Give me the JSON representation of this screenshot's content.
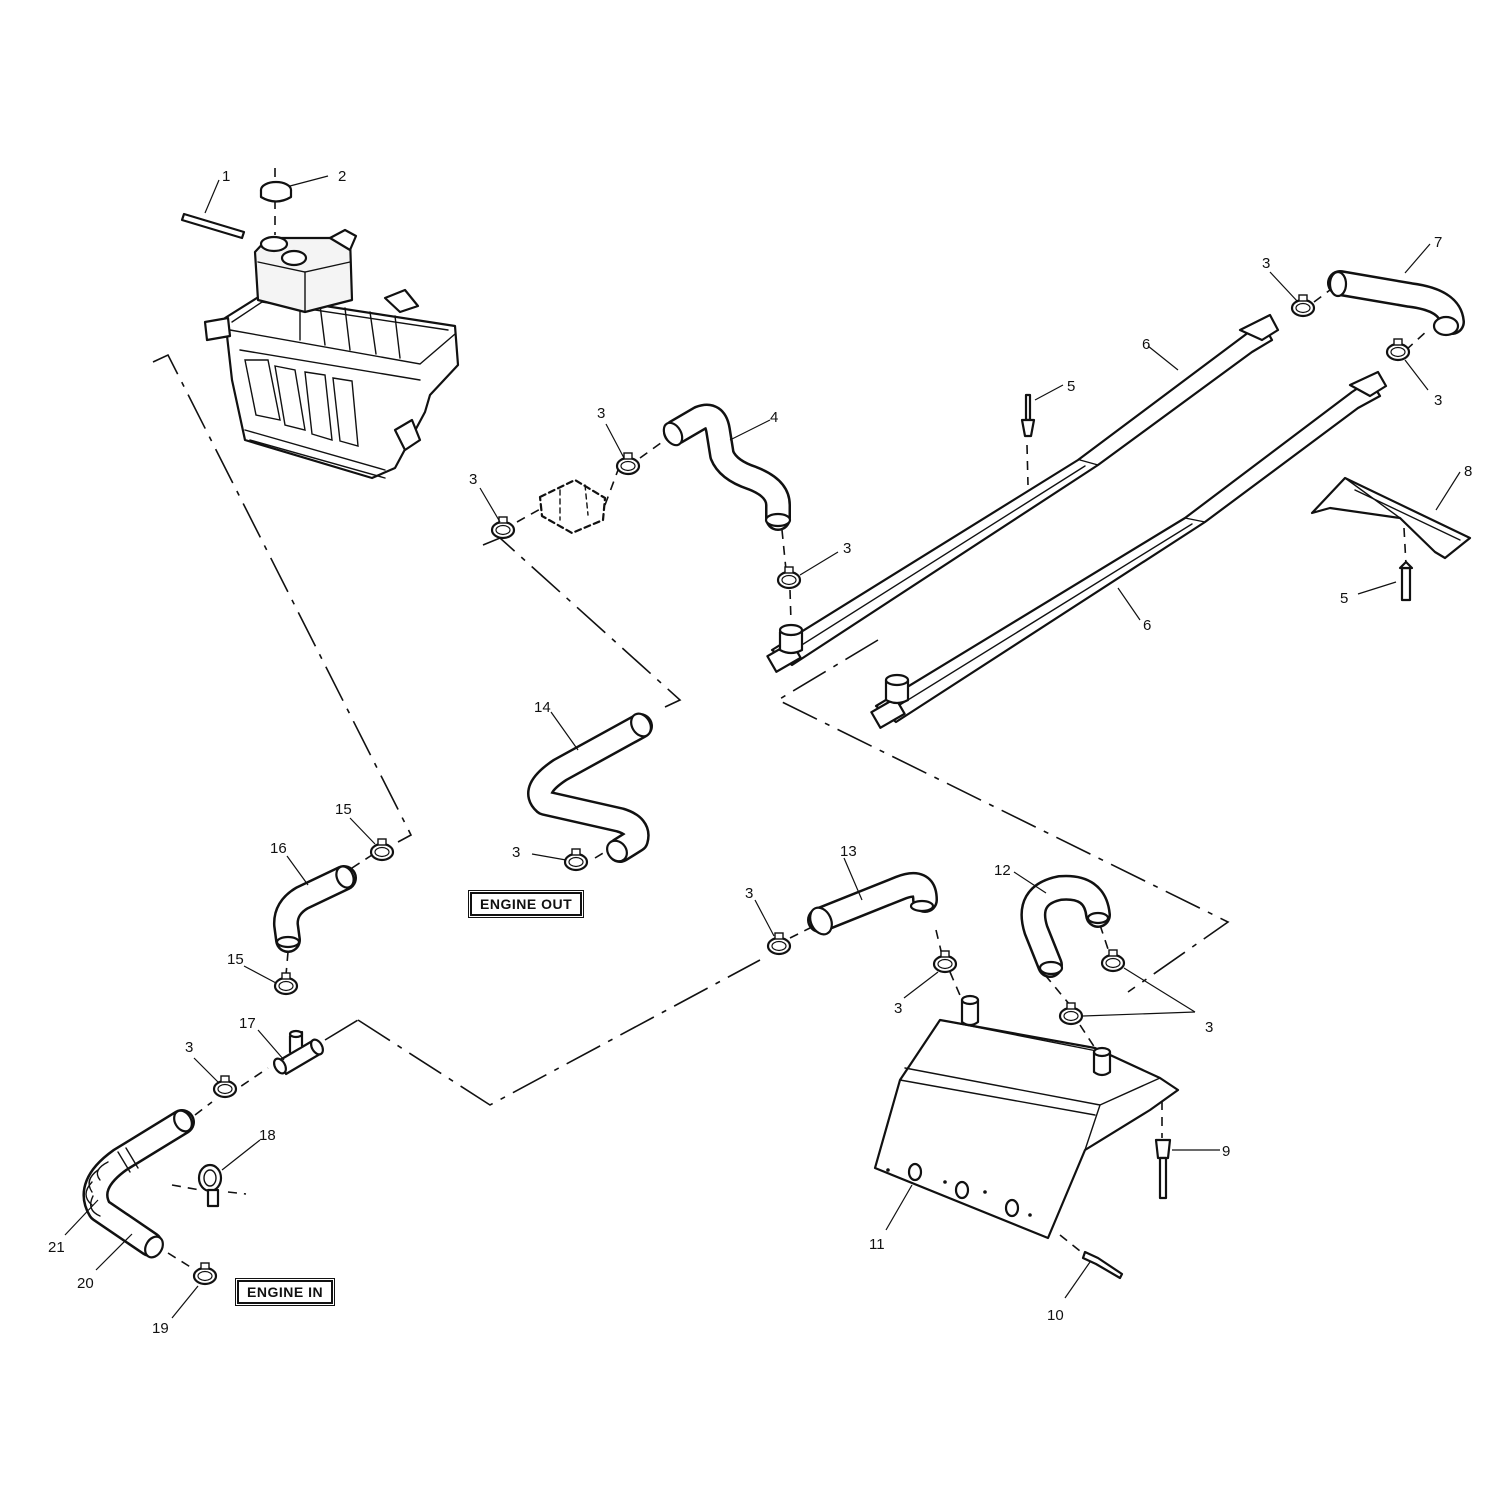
{
  "callouts": {
    "c1": "1",
    "c2": "2",
    "c3a": "3",
    "c3b": "3",
    "c3c": "3",
    "c3d": "3",
    "c3e": "3",
    "c3f": "3",
    "c3g": "3",
    "c3h": "3",
    "c3i": "3",
    "c3j": "3",
    "c4": "4",
    "c5a": "5",
    "c5b": "5",
    "c6a": "6",
    "c6b": "6",
    "c7": "7",
    "c8": "8",
    "c9": "9",
    "c10": "10",
    "c11": "11",
    "c12": "12",
    "c13": "13",
    "c14": "14",
    "c15a": "15",
    "c15b": "15",
    "c16": "16",
    "c17": "17",
    "c18": "18",
    "c19": "19",
    "c20": "20",
    "c21": "21"
  },
  "tags": {
    "engine_out": "ENGINE OUT",
    "engine_in": "ENGINE IN"
  }
}
